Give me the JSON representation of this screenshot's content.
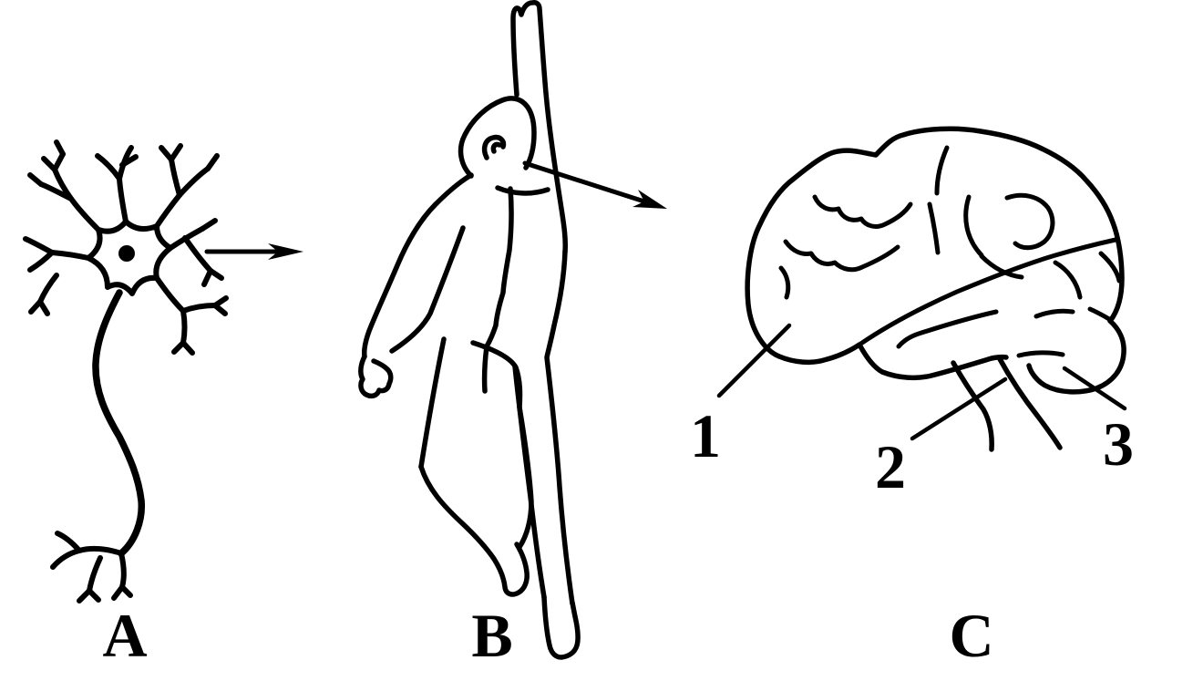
{
  "diagram": {
    "background_color": "#ffffff",
    "ink_color": "#000000",
    "panel_labels": [
      "A",
      "B",
      "C"
    ],
    "part_numbers": [
      "1",
      "2",
      "3"
    ]
  }
}
